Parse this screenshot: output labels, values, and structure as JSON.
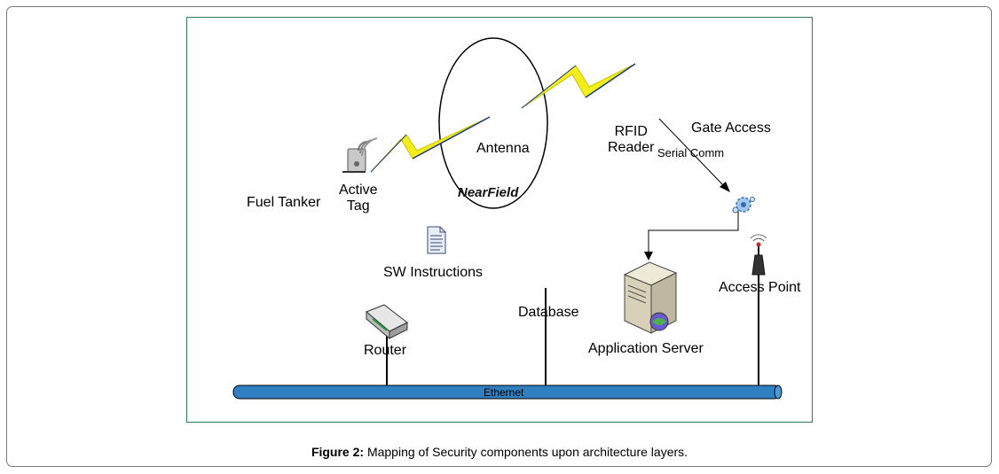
{
  "labels": {
    "antenna": "Antenna",
    "near_field": "NearField",
    "rfid_reader": "RFID\nReader",
    "gate_access": "Gate Access",
    "serial_comm": "Serial Comm",
    "active_tag": "Active\nTag",
    "fuel_tanker": "Fuel Tanker",
    "sw_instructions": "SW Instructions",
    "database": "Database",
    "router": "Router",
    "application_server": "Application Server",
    "access_point": "Access Point",
    "ethernet": "Ethernet"
  },
  "caption": {
    "prefix": "Figure 2:",
    "text": " Mapping of Security components upon architecture layers."
  },
  "colors": {
    "lightning_fill": "#f2ee1c",
    "lightning_edge": "#1a3a8a",
    "ethernet_bus": "#2f7fc1",
    "panel_border": "#2e7d4f"
  },
  "icons": {
    "active_tag": "rfid-tag-icon",
    "document": "document-icon",
    "router": "router-icon",
    "server": "server-icon",
    "access_point": "antenna-tower-icon",
    "gate_device": "gear-device-icon"
  }
}
